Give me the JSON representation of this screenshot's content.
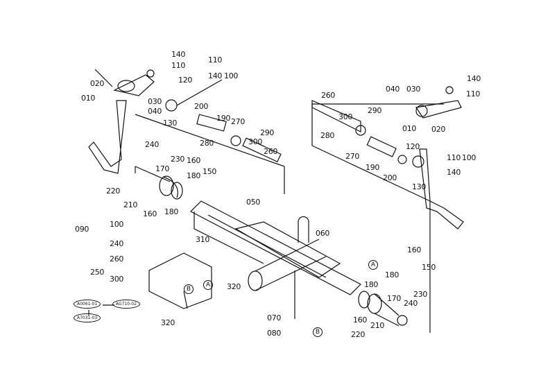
{
  "labels": [
    "140",
    "110",
    "020",
    "010",
    "120",
    "110",
    "140",
    "100",
    "030",
    "040",
    "130",
    "200",
    "190",
    "270",
    "290",
    "300",
    "280",
    "260",
    "240",
    "230",
    "170",
    "160",
    "150",
    "180",
    "220",
    "210",
    "160",
    "180",
    "140",
    "110",
    "040",
    "030",
    "260",
    "290",
    "300",
    "280",
    "010",
    "020",
    "270",
    "190",
    "200",
    "120",
    "110",
    "100",
    "140",
    "130",
    "050",
    "060",
    "310",
    "090",
    "100",
    "240",
    "250",
    "260",
    "300",
    "320",
    "320",
    "070",
    "080",
    "160",
    "150",
    "180",
    "180",
    "230",
    "240",
    "170",
    "160",
    "210",
    "220"
  ],
  "refs": [
    "A0061-01",
    "AG710-02",
    "A7031-03"
  ],
  "callouts": [
    "A",
    "B",
    "A",
    "B"
  ]
}
